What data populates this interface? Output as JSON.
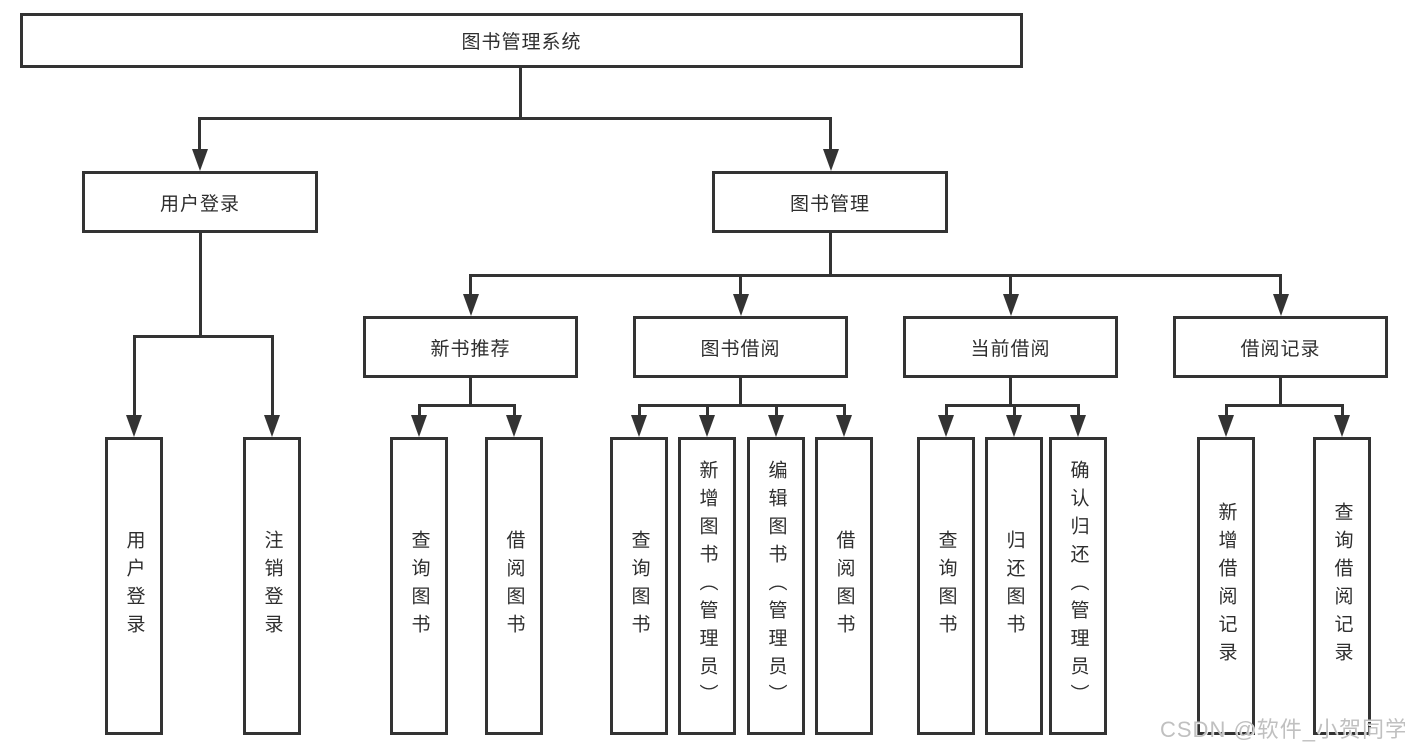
{
  "diagram": {
    "type": "tree",
    "root": {
      "label": "图书管理系统",
      "children": [
        {
          "label": "用户登录",
          "children": [
            {
              "label": "用户登录"
            },
            {
              "label": "注销登录"
            }
          ]
        },
        {
          "label": "图书管理",
          "children": [
            {
              "label": "新书推荐",
              "children": [
                {
                  "label": "查询图书"
                },
                {
                  "label": "借阅图书"
                }
              ]
            },
            {
              "label": "图书借阅",
              "children": [
                {
                  "label": "查询图书"
                },
                {
                  "label": "新增图书（管理员）"
                },
                {
                  "label": "编辑图书（管理员）"
                },
                {
                  "label": "借阅图书"
                }
              ]
            },
            {
              "label": "当前借阅",
              "children": [
                {
                  "label": "查询图书"
                },
                {
                  "label": "归还图书"
                },
                {
                  "label": "确认归还（管理员）"
                }
              ]
            },
            {
              "label": "借阅记录",
              "children": [
                {
                  "label": "新增借阅记录"
                },
                {
                  "label": "查询借阅记录"
                }
              ]
            }
          ]
        }
      ]
    }
  },
  "watermark": {
    "text": "CSDN @软件_小贺同学"
  },
  "colors": {
    "line": "#333333",
    "box_border": "#333333",
    "text": "#2e2e2e",
    "watermark": "#c0c0c0",
    "background": "#ffffff"
  }
}
